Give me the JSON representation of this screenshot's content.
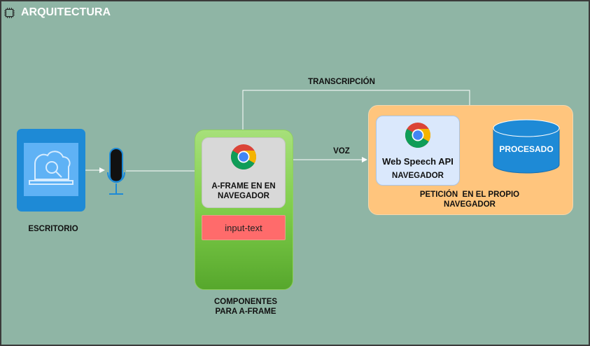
{
  "title": "ARQUITECTURA",
  "labels": {
    "escritorio": "ESCRITORIO",
    "componentes_l1": "COMPONENTES",
    "componentes_l2": "PARA A-FRAME",
    "aframe_l1": "A-FRAME EN EN",
    "aframe_l2": "NAVEGADOR",
    "input_text": "input-text",
    "voz": "VOZ",
    "transcripcion": "TRANSCRIPCIÓN",
    "web_speech_api": "Web Speech API",
    "navegador": "NAVEGADOR",
    "peticion_l1": "PETICIÓN  EN EL PROPIO",
    "peticion_l2": "NAVEGADOR",
    "procesado": "PROCESADO"
  },
  "colors": {
    "background": "#8fb5a5",
    "desktop": "#1e8ad6",
    "green_box": "#7fcd4a",
    "orange_box": "#ffc57d",
    "input_text": "#ff6b6b",
    "database": "#1e8ad6",
    "speech_card": "#dae8fc"
  },
  "icons": {
    "chip": "chip-icon",
    "desktop": "cloud-search-laptop-icon",
    "microphone": "microphone-icon",
    "chrome": "chrome-icon",
    "database": "database-icon"
  }
}
